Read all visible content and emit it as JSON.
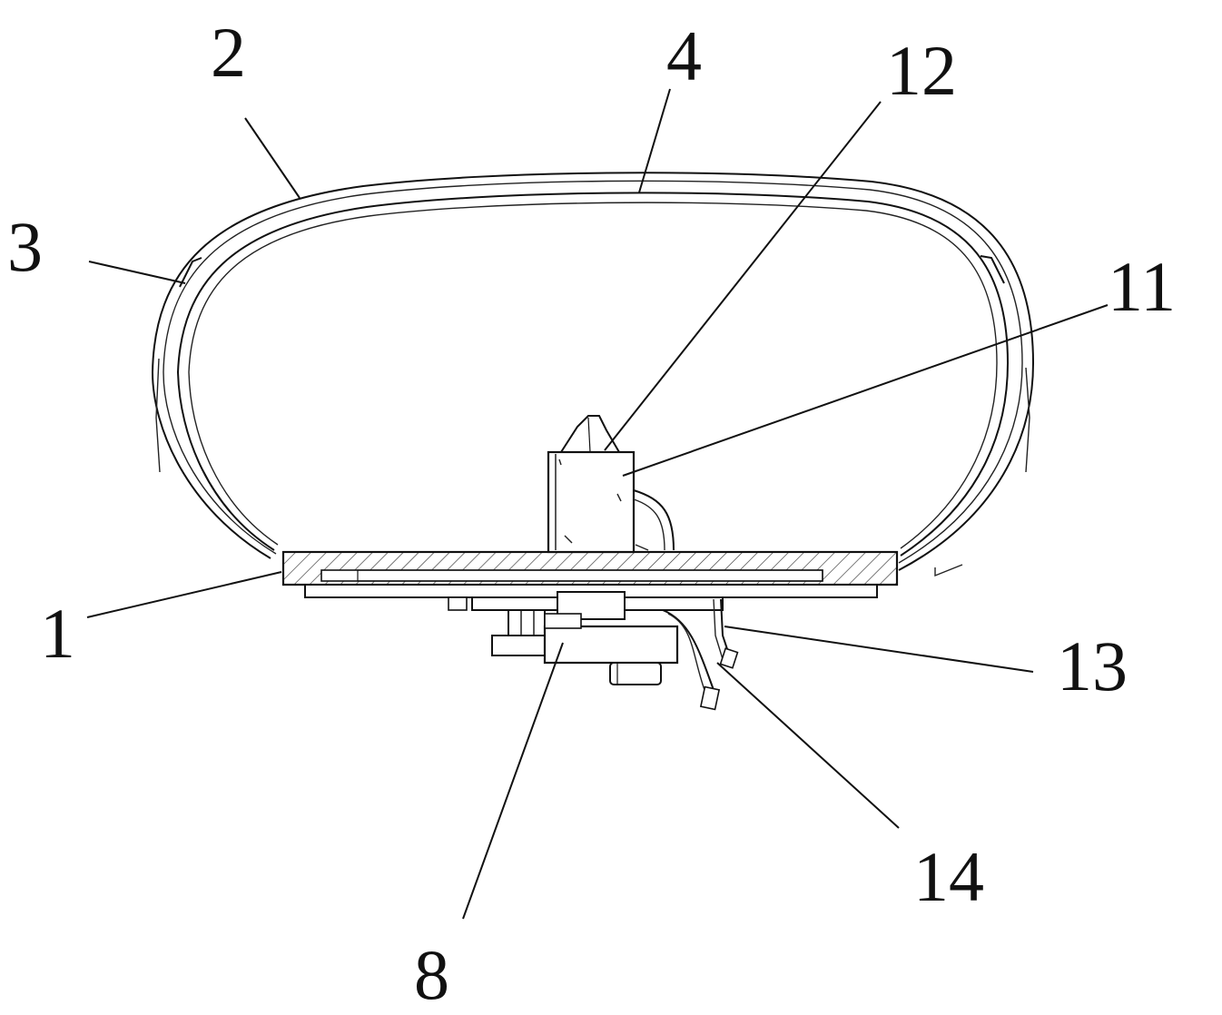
{
  "labels": {
    "l1": "1",
    "l2": "2",
    "l3": "3",
    "l4": "4",
    "l8": "8",
    "l11": "11",
    "l12": "12",
    "l13": "13",
    "l14": "14"
  }
}
